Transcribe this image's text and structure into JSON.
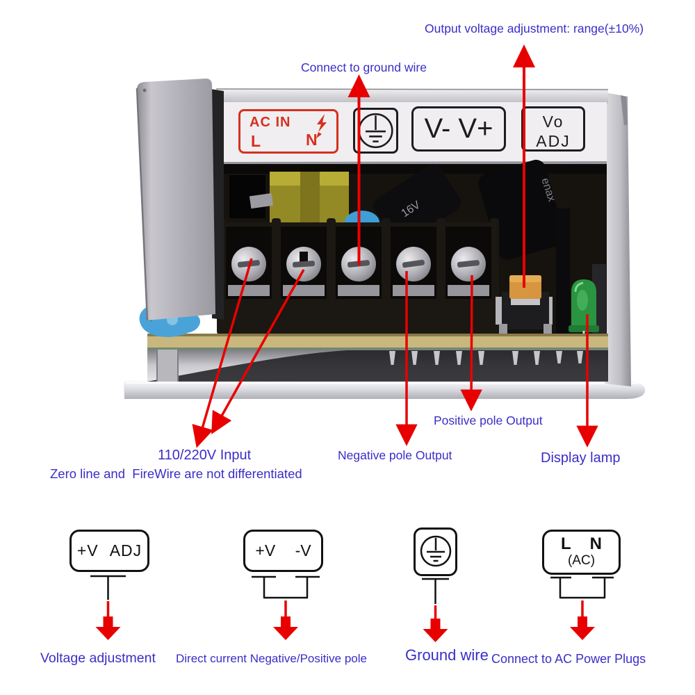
{
  "annotations": {
    "output_adjust": "Output voltage adjustment: range(±10%)",
    "connect_ground": "Connect to ground wire",
    "input_voltage": "110/220V Input",
    "zero_line": "Zero line and  FireWire are not differentiated",
    "negative_output": "Negative pole Output",
    "positive_output": "Positive pole Output",
    "display_lamp": "Display lamp"
  },
  "panel_labels": {
    "ac_in": "AC IN",
    "line": "L",
    "neutral": "N",
    "v_terminals": "V- V+",
    "vo": "Vo",
    "adj": "ADJ"
  },
  "component_markings": {
    "capacitor_voltage": "16V",
    "capacitor_brand": "enax"
  },
  "legend": {
    "items": [
      {
        "box_text": "+V ADJ",
        "label": "Voltage adjustment"
      },
      {
        "box_text": "+V -V",
        "label": "Direct current Negative/Positive pole"
      },
      {
        "symbol": "ground",
        "label": "Ground wire"
      },
      {
        "box_l": "L",
        "box_n": "N",
        "box_ac": "(AC)",
        "label": "Connect to AC Power Plugs"
      }
    ]
  },
  "colors": {
    "annotation_text": "#3a2ec6",
    "arrow_red": "#e80000",
    "ac_in_red": "#d63020",
    "led_green": "#2a9440",
    "potentiometer_orange": "#d6953e"
  }
}
